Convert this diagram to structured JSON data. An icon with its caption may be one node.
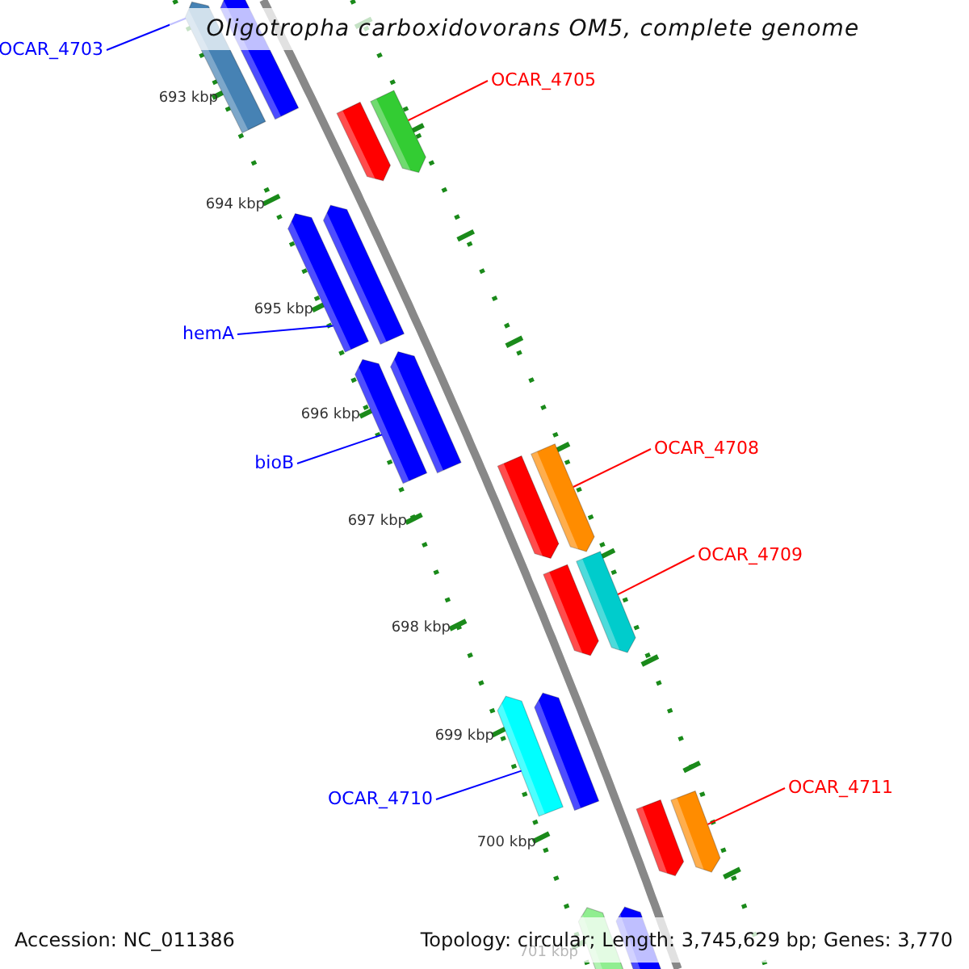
{
  "diagram": {
    "title": "Oligotropha carboxidovorans OM5, complete genome",
    "nodes": [
      {
        "text": [
          "OCAR_4703"
        ]
      },
      {
        "text": [
          "OCAR_4705"
        ]
      },
      {
        "text": [
          "hemA"
        ]
      },
      {
        "text": [
          "bioB"
        ]
      },
      {
        "text": [
          "OCAR_4708"
        ]
      },
      {
        "text": [
          "OCAR_4709"
        ]
      },
      {
        "text": [
          "OCAR_4710"
        ]
      },
      {
        "text": [
          "OCAR_4711"
        ]
      },
      {
        "text": [],
        "shape": "bar"
      },
      {
        "text": [],
        "shape": "bar"
      },
      {
        "text": [],
        "shape": "bar"
      },
      {
        "text": [],
        "shape": "bar"
      },
      {
        "text": [],
        "shape": "bar"
      },
      {
        "text": [],
        "shape": "bar"
      },
      {
        "text": [],
        "shape": "bar"
      },
      {
        "text": [],
        "shape": "bar"
      },
      {
        "text": [],
        "shape": "bar"
      },
      {
        "text": [],
        "shape": "bar"
      },
      {
        "text": [],
        "shape": "bar"
      },
      {
        "text": [],
        "shape": "bar"
      },
      {
        "text": [],
        "shape": "bar"
      },
      {
        "text": [],
        "shape": "bar"
      },
      {
        "text": [],
        "shape": "bar"
      },
      {
        "text": [],
        "shape": "bar"
      },
      {
        "text": [],
        "shape": "bar"
      },
      {
        "text": [],
        "shape": "bar"
      }
    ],
    "edges": [
      {
        "from": 0,
        "to": 8,
        "arrow": "none",
        "color": "#0000ff"
      },
      {
        "from": 1,
        "to": 10,
        "arrow": "none",
        "color": "#ff0000"
      },
      {
        "from": 2,
        "to": 13,
        "arrow": "none",
        "color": "#0000ff"
      },
      {
        "from": 3,
        "to": 15,
        "arrow": "none",
        "color": "#0000ff"
      },
      {
        "from": 4,
        "to": 16,
        "arrow": "none",
        "color": "#ff0000"
      },
      {
        "from": 5,
        "to": 18,
        "arrow": "none",
        "color": "#ff0000"
      },
      {
        "from": 6,
        "to": 21,
        "arrow": "none",
        "color": "#0000ff"
      },
      {
        "from": 7,
        "to": 22,
        "arrow": "none",
        "color": "#ff0000"
      }
    ],
    "labels": [
      "693 kbp",
      "694 kbp",
      "695 kbp",
      "696 kbp",
      "697 kbp",
      "698 kbp",
      "699 kbp",
      "700 kbp",
      "701 kbp",
      "Accession: NC_011386",
      "Topology: circular; Length: 3,745,629 bp; Genes: 3,770"
    ]
  }
}
